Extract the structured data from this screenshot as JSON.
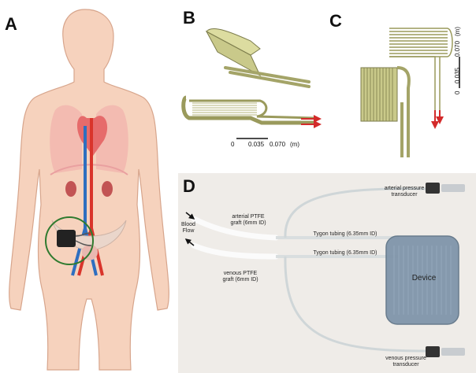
{
  "panels": {
    "a": {
      "letter": "A"
    },
    "b": {
      "letter": "B",
      "scale": {
        "t0": "0",
        "t1": "0.035",
        "t2": "0.070",
        "unit": "(m)"
      }
    },
    "c": {
      "letter": "C",
      "scale": {
        "t0": "0",
        "t1": "0.035",
        "t2": "0.070",
        "unit": "(m)"
      }
    },
    "d": {
      "letter": "D",
      "labels": {
        "arterial_transducer": "arterial pressure\ntransducer",
        "blood_flow": "Blood\nFlow",
        "arterial_graft": "arterial PTFE\ngraft (6mm ID)",
        "tygon_top": "Tygon tubing (6.35mm ID)",
        "tygon_bottom": "Tygon tubing (6.35mm ID)",
        "venous_graft": "venous PTFE\ngraft (6mm ID)",
        "device": "Device",
        "venous_transducer": "venous pressure\ntransducer"
      }
    }
  },
  "colors": {
    "skin": "#f6d2bd",
    "skin_outline": "#d7a58c",
    "organ_pink": "#f0a8a8",
    "artery": "#d9342b",
    "vein": "#2e6fc0",
    "device_green_ring": "#2f7a2f",
    "coil_olive": "#c9c98a",
    "photo_bg": "#efece8",
    "device_blue": "#7d93a8",
    "arrow_red": "#d32a2a"
  }
}
